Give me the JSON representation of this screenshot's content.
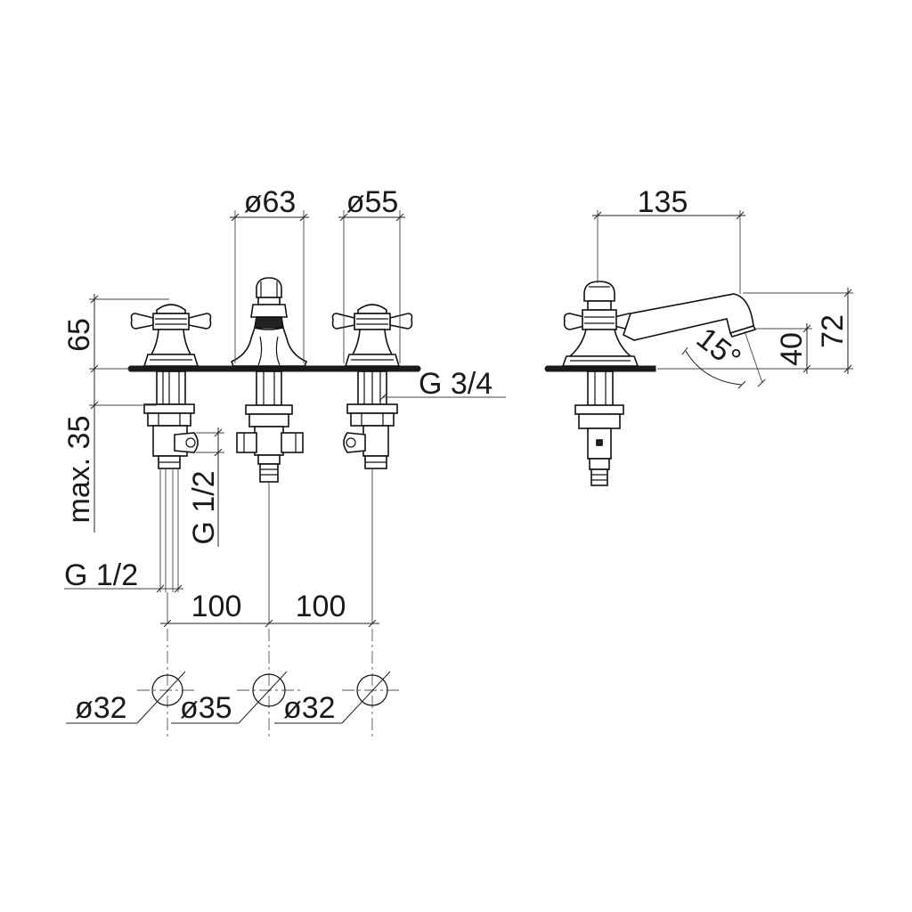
{
  "dimensions": {
    "dia_spout": "ø63",
    "dia_handle": "ø55",
    "handle_height": "65",
    "max_depth": "max. 35",
    "deck_thread": "G 3/4",
    "side_thread": "G 1/2",
    "bottom_thread": "G 1/2",
    "spacing_left": "100",
    "spacing_right": "100",
    "hole_left": "ø32",
    "hole_center": "ø35",
    "hole_right": "ø32",
    "spout_reach": "135",
    "spout_height_outlet": "40",
    "spout_height_total": "72",
    "spout_angle": "15°"
  }
}
